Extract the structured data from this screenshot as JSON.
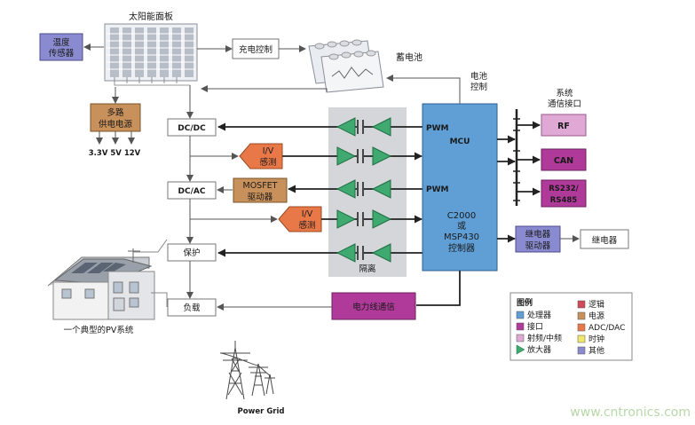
{
  "solar_panel": {
    "label": "太阳能面板"
  },
  "temp_sensor": {
    "line1": "温度",
    "line2": "传感器"
  },
  "charge_ctrl": {
    "label": "充电控制"
  },
  "battery": {
    "label": "蓄电池"
  },
  "battery_ctrl": {
    "line1": "电池",
    "line2": "控制"
  },
  "multi_power": {
    "line1": "多路",
    "line2": "供电电源",
    "rails": "3.3V 5V 12V"
  },
  "dcdc": {
    "label": "DC/DC"
  },
  "dcac": {
    "label": "DC/AC"
  },
  "protect": {
    "label": "保护"
  },
  "load": {
    "label": "负载"
  },
  "iv_sense_1": {
    "line1": "I/V",
    "line2": "感测"
  },
  "iv_sense_2": {
    "line1": "I/V",
    "line2": "感测"
  },
  "mosfet": {
    "line1": "MOSFET",
    "line2": "驱动器"
  },
  "isolation": {
    "label": "隔离"
  },
  "mcu": {
    "pwm1": "PWM",
    "mcu": "MCU",
    "pwm2": "PWM",
    "line1": "C2000",
    "line2": "或",
    "line3": "MSP430",
    "line4": "控制器"
  },
  "comm_title": {
    "line1": "系统",
    "line2": "通信接口"
  },
  "rf": {
    "label": "RF"
  },
  "can": {
    "label": "CAN"
  },
  "rs": {
    "line1": "RS232/",
    "line2": "RS485"
  },
  "relay_driver": {
    "line1": "继电器",
    "line2": "驱动器"
  },
  "relay": {
    "label": "继电器"
  },
  "plc": {
    "label": "电力线通信"
  },
  "pv_caption": {
    "label": "一个典型的PV系统"
  },
  "power_grid": {
    "label": "Power Grid"
  },
  "watermark": {
    "label": "www.cntronics.com"
  },
  "legend": {
    "title": "图例",
    "items": [
      {
        "label": "处理器",
        "color": "#5f9fd6"
      },
      {
        "label": "逻辑",
        "color": "#cf4a5a"
      },
      {
        "label": "接口",
        "color": "#b03a9a"
      },
      {
        "label": "电源",
        "color": "#c8905a"
      },
      {
        "label": "射频/中频",
        "color": "#e0a8d4"
      },
      {
        "label": "ADC/DAC",
        "color": "#e87848"
      },
      {
        "label": "放大器",
        "color": "#3fa970"
      },
      {
        "label": "时钟",
        "color": "#f0e86a"
      },
      {
        "label": "其他",
        "color": "#8a8ad0"
      }
    ]
  }
}
